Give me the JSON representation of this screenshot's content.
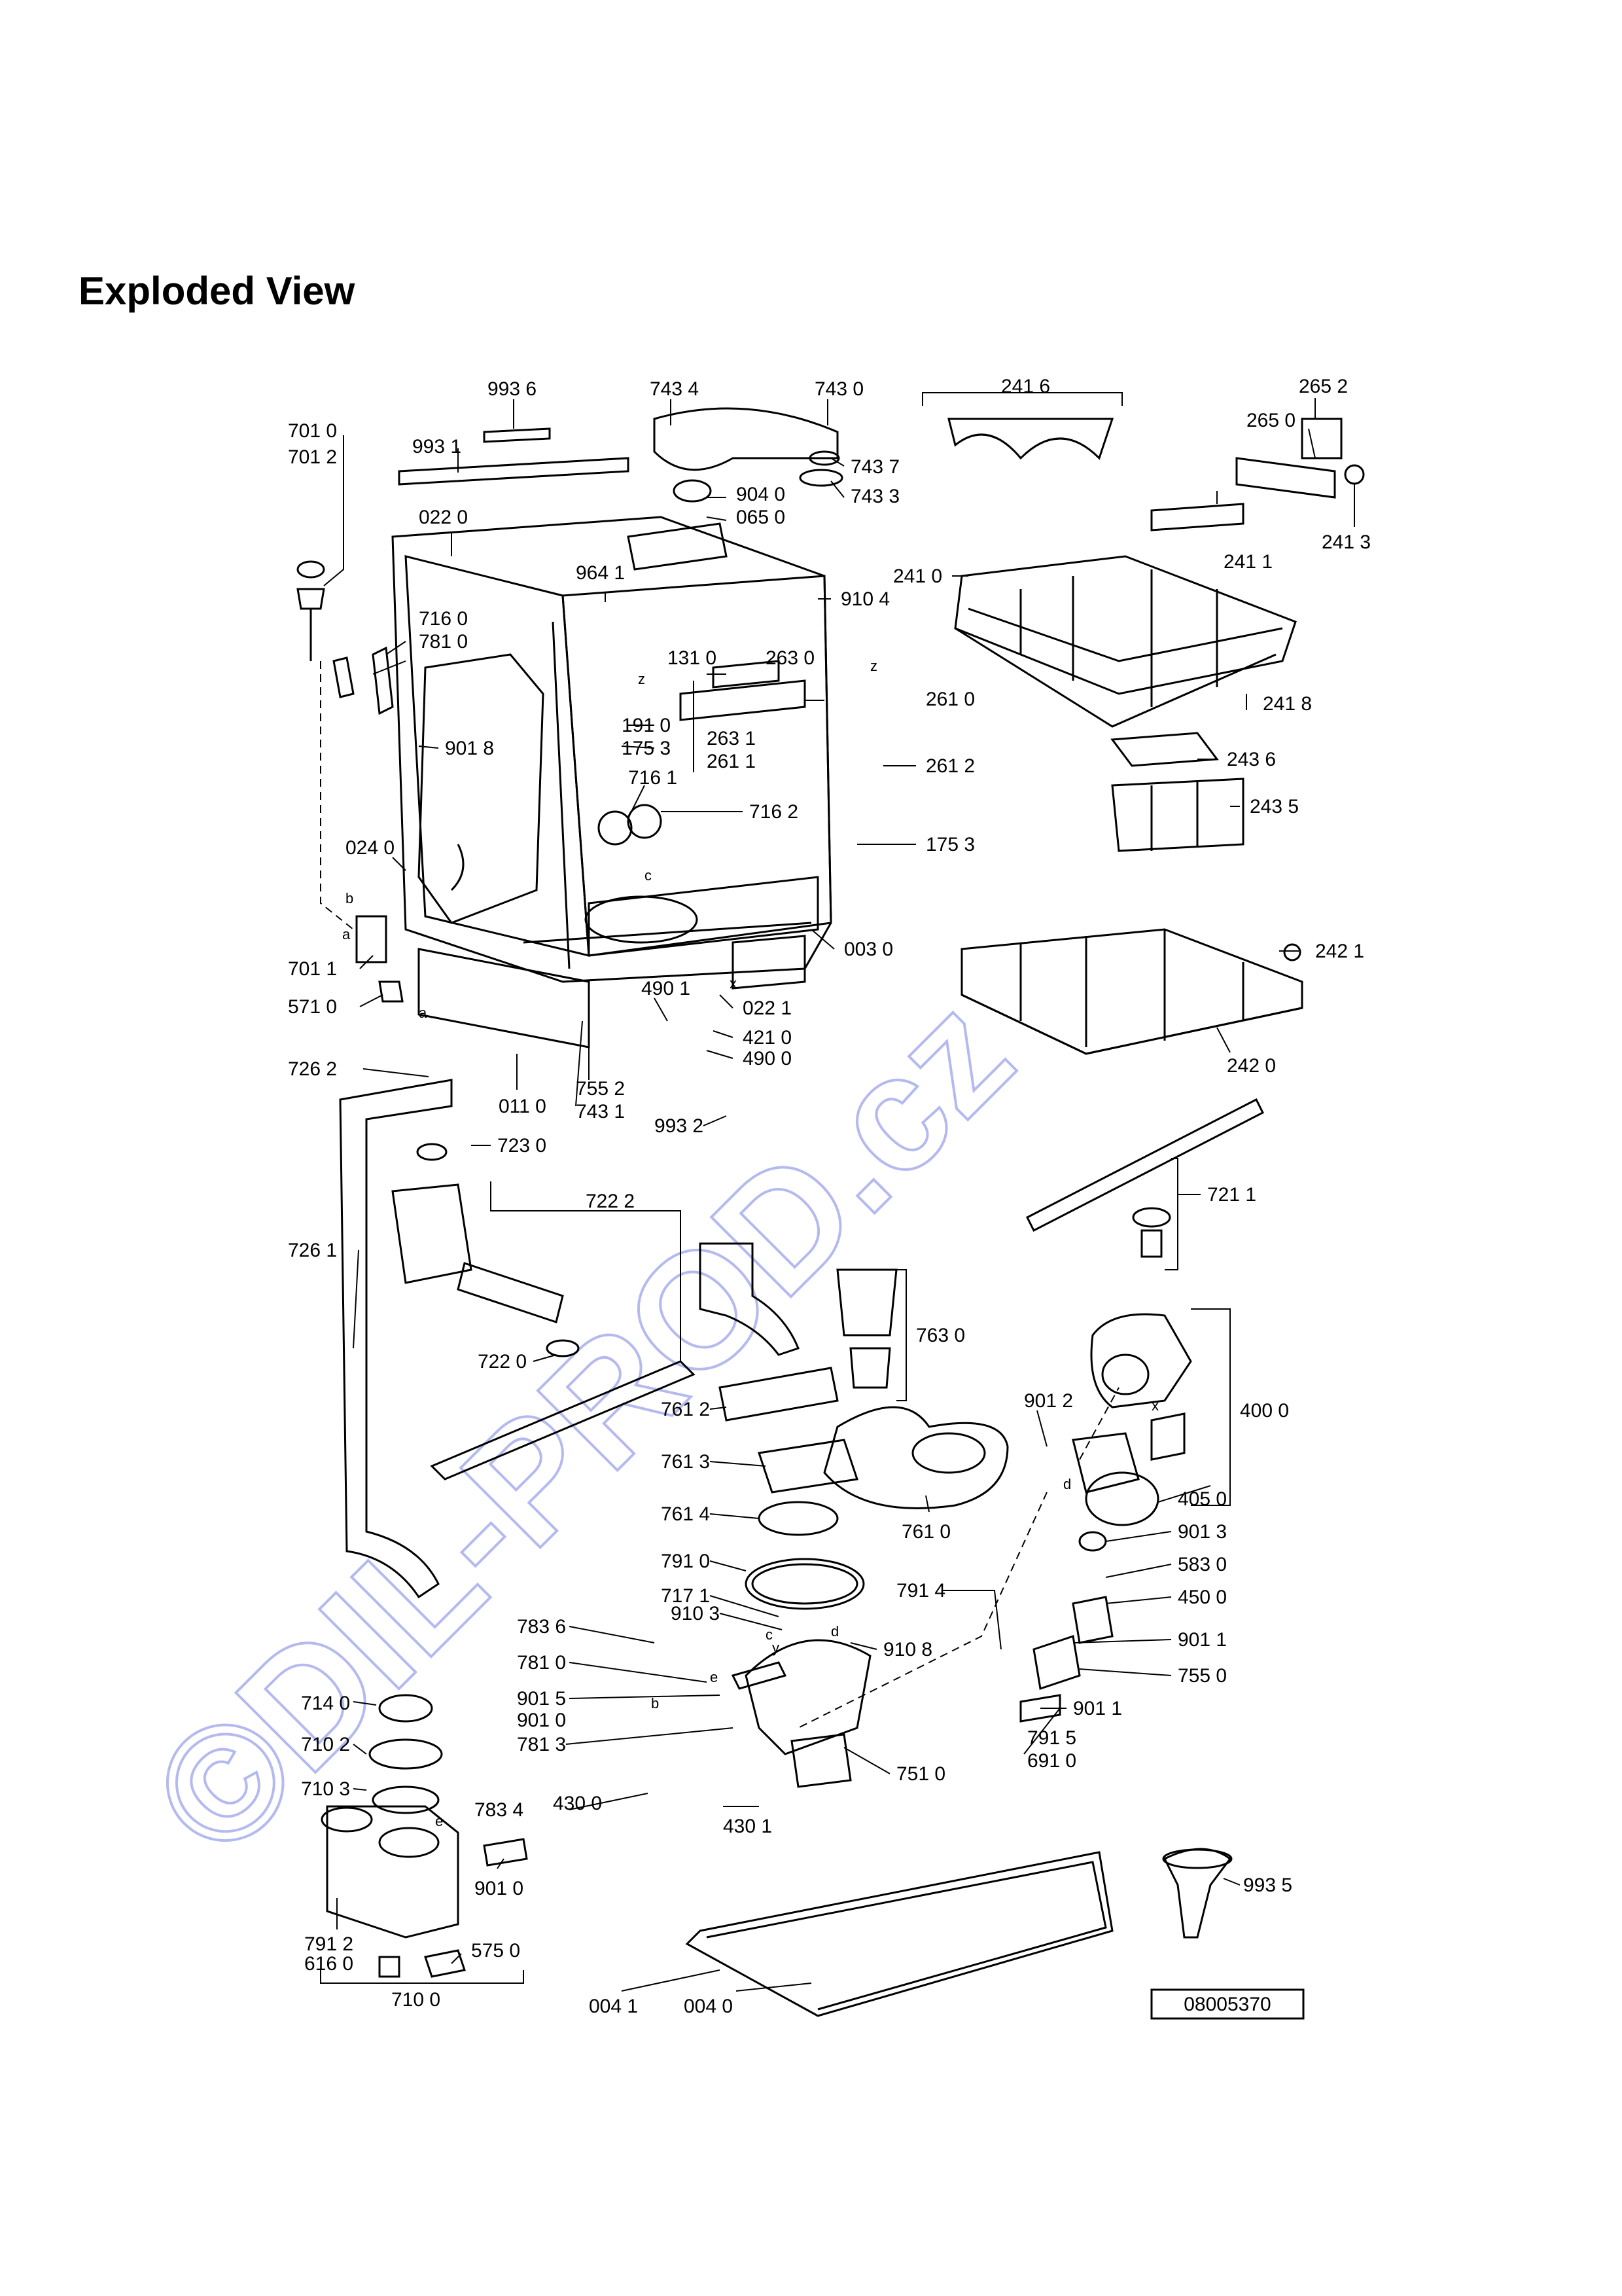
{
  "title": "Exploded View",
  "drawing_number": "08005370",
  "watermark": "©DIL-PROD.cz",
  "parts": [
    {
      "label": "993 6"
    },
    {
      "label": "993 1"
    },
    {
      "label": "743 4"
    },
    {
      "label": "743 0"
    },
    {
      "label": "743 7"
    },
    {
      "label": "743 3"
    },
    {
      "label": "241 6"
    },
    {
      "label": "265 2"
    },
    {
      "label": "265 0"
    },
    {
      "label": "241 1"
    },
    {
      "label": "241 3"
    },
    {
      "label": "701 0"
    },
    {
      "label": "701 2"
    },
    {
      "label": "904 0"
    },
    {
      "label": "065 0"
    },
    {
      "label": "022 0"
    },
    {
      "label": "964 1"
    },
    {
      "label": "910 4"
    },
    {
      "label": "241 0"
    },
    {
      "label": "716 0"
    },
    {
      "label": "781 0"
    },
    {
      "label": "131 0"
    },
    {
      "label": "263 0"
    },
    {
      "label": "261 0"
    },
    {
      "label": "241 8"
    },
    {
      "label": "191 0"
    },
    {
      "label": "175 3"
    },
    {
      "label": "263 1"
    },
    {
      "label": "261 1"
    },
    {
      "label": "261 2"
    },
    {
      "label": "901 8"
    },
    {
      "label": "716 1"
    },
    {
      "label": "716 2"
    },
    {
      "label": "243 6"
    },
    {
      "label": "243 5"
    },
    {
      "label": "175 3"
    },
    {
      "label": "024 0"
    },
    {
      "label": "003 0"
    },
    {
      "label": "242 1"
    },
    {
      "label": "701 1"
    },
    {
      "label": "490 1"
    },
    {
      "label": "022 1"
    },
    {
      "label": "571 0"
    },
    {
      "label": "421 0"
    },
    {
      "label": "490 0"
    },
    {
      "label": "242 0"
    },
    {
      "label": "726 2"
    },
    {
      "label": "011 0"
    },
    {
      "label": "755 2"
    },
    {
      "label": "743 1"
    },
    {
      "label": "993 2"
    },
    {
      "label": "723 0"
    },
    {
      "label": "722 2"
    },
    {
      "label": "721 1"
    },
    {
      "label": "726 1"
    },
    {
      "label": "763 0"
    },
    {
      "label": "722 0"
    },
    {
      "label": "761 2"
    },
    {
      "label": "901 2"
    },
    {
      "label": "400 0"
    },
    {
      "label": "761 3"
    },
    {
      "label": "405 0"
    },
    {
      "label": "761 4"
    },
    {
      "label": "761 0"
    },
    {
      "label": "901 3"
    },
    {
      "label": "791 0"
    },
    {
      "label": "583 0"
    },
    {
      "label": "717 1"
    },
    {
      "label": "791 4"
    },
    {
      "label": "450 0"
    },
    {
      "label": "910 3"
    },
    {
      "label": "783 6"
    },
    {
      "label": "910 8"
    },
    {
      "label": "901 1"
    },
    {
      "label": "781 0"
    },
    {
      "label": "755 0"
    },
    {
      "label": "901 5"
    },
    {
      "label": "901 1"
    },
    {
      "label": "714 0"
    },
    {
      "label": "901 0"
    },
    {
      "label": "791 5"
    },
    {
      "label": "710 2"
    },
    {
      "label": "781 3"
    },
    {
      "label": "751 0"
    },
    {
      "label": "691 0"
    },
    {
      "label": "710 3"
    },
    {
      "label": "783 4"
    },
    {
      "label": "430 0"
    },
    {
      "label": "430 1"
    },
    {
      "label": "901 0"
    },
    {
      "label": "993 5"
    },
    {
      "label": "791 2"
    },
    {
      "label": "575 0"
    },
    {
      "label": "616 0"
    },
    {
      "label": "710 0"
    },
    {
      "label": "004 1"
    },
    {
      "label": "004 0"
    }
  ],
  "letters": [
    "z",
    "z",
    "c",
    "x",
    "b",
    "a",
    "a",
    "b",
    "e",
    "c",
    "d",
    "d",
    "e",
    "x",
    "y"
  ]
}
